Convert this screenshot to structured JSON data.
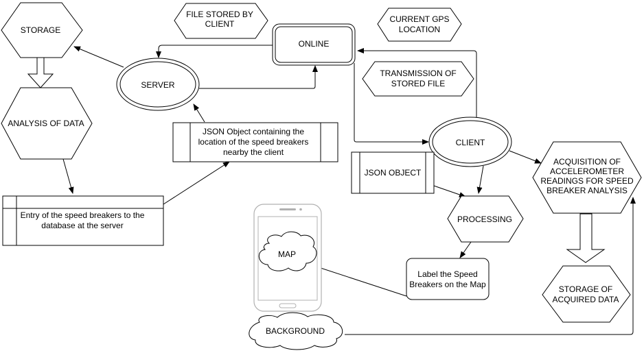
{
  "nodes": {
    "storage": "STORAGE",
    "file_stored": [
      "FILE STORED BY",
      "CLIENT"
    ],
    "online": "ONLINE",
    "current_gps": [
      "CURRENT GPS",
      "LOCATION"
    ],
    "server": "SERVER",
    "transmission": [
      "TRANSMISSION OF",
      "STORED FILE"
    ],
    "analysis": "ANALYSIS OF DATA",
    "json_location": [
      "JSON Object containing the",
      "location of the speed breakers",
      "nearby the client"
    ],
    "client": "CLIENT",
    "json_object": "JSON OBJECT",
    "acquisition": [
      "ACQUISITION OF",
      "ACCELEROMETER",
      "READINGS FOR SPEED",
      "BREAKER ANALYSIS"
    ],
    "entry": [
      "Entry of the speed breakers to the",
      "database at the server"
    ],
    "processing": "PROCESSING",
    "map": "MAP",
    "label_speed": [
      "Label the Speed",
      "Breakers on the Map"
    ],
    "storage_acquired": [
      "STORAGE OF",
      "ACQUIRED DATA"
    ],
    "background": "BACKGROUND"
  }
}
